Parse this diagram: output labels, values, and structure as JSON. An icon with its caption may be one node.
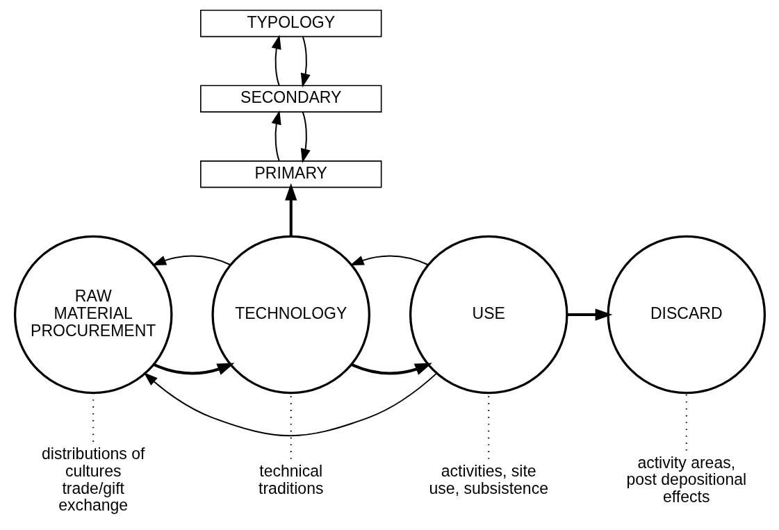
{
  "diagram": {
    "nodes": [
      {
        "text": [
          "TYPOLOGY"
        ]
      },
      {
        "text": [
          "SECONDARY"
        ]
      },
      {
        "text": [
          "PRIMARY"
        ]
      },
      {
        "text": [
          "RAW MATERIAL PROCUREMENT"
        ]
      },
      {
        "text": [
          "TECHNOLOGY"
        ]
      },
      {
        "text": [
          "USE"
        ]
      },
      {
        "text": [
          "DISCARD"
        ]
      },
      {
        "text": [
          "distributions of cultures trade/gift exchange"
        ]
      },
      {
        "text": [
          "technical traditions"
        ]
      },
      {
        "text": [
          "activities, site use, subsistence"
        ]
      },
      {
        "text": [
          "activity areas, post depositional effects"
        ]
      }
    ],
    "edges": [
      {
        "from": 2,
        "to": 1,
        "arrow": "to"
      },
      {
        "from": 1,
        "to": 0,
        "arrow": "to"
      },
      {
        "from": 0,
        "to": 1,
        "arrow": "to"
      },
      {
        "from": 1,
        "to": 2,
        "arrow": "to"
      },
      {
        "from": 4,
        "to": 2,
        "arrow": "to",
        "style": "thick"
      },
      {
        "from": 4,
        "to": 3,
        "arrow": "to"
      },
      {
        "from": 5,
        "to": 4,
        "arrow": "to"
      },
      {
        "from": 3,
        "to": 4,
        "arrow": "to",
        "style": "thick"
      },
      {
        "from": 4,
        "to": 5,
        "arrow": "to",
        "style": "thick"
      },
      {
        "from": 5,
        "to": 6,
        "arrow": "to",
        "style": "thick"
      },
      {
        "from": 5,
        "to": 3,
        "arrow": "to"
      },
      {
        "from": 7,
        "to": 3,
        "arrow": "none",
        "style": "dashed"
      },
      {
        "from": 8,
        "to": 4,
        "arrow": "none",
        "style": "dashed"
      },
      {
        "from": 9,
        "to": 5,
        "arrow": "none",
        "style": "dashed"
      },
      {
        "from": 10,
        "to": 6,
        "arrow": "none",
        "style": "dashed"
      }
    ]
  }
}
